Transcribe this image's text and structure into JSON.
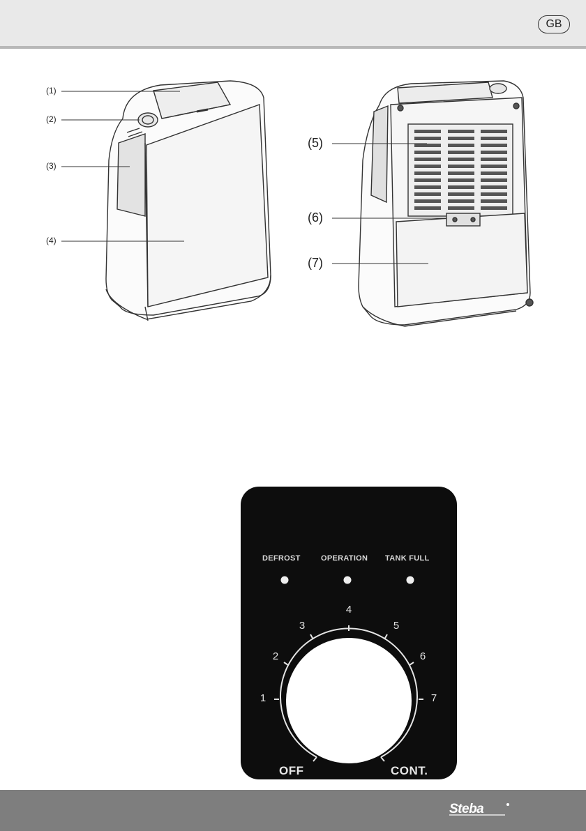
{
  "header": {
    "language_badge": "GB"
  },
  "device_labels": {
    "front": [
      "(1)",
      "(2)",
      "(3)",
      "(4)"
    ],
    "back": [
      "(5)",
      "(6)",
      "(7)"
    ]
  },
  "control_panel": {
    "indicators": [
      "DEFROST",
      "OPERATION",
      "TANK FULL"
    ],
    "dial_positions": [
      "1",
      "2",
      "3",
      "4",
      "5",
      "6",
      "7"
    ],
    "dial_off": "OFF",
    "dial_cont": "CONT."
  },
  "footer": {
    "brand": "Steba"
  }
}
